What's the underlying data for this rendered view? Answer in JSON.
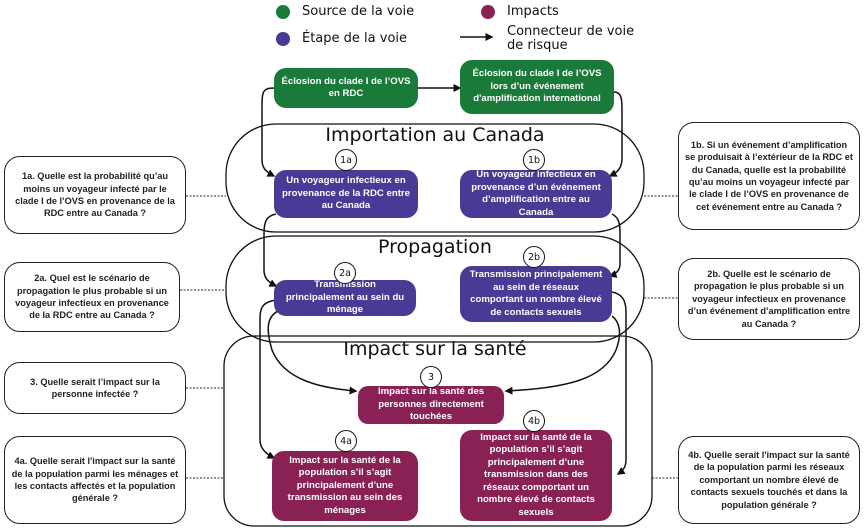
{
  "colors": {
    "source": "#1a7a3a",
    "step": "#4a3a96",
    "impact": "#8a2154",
    "line": "#111111"
  },
  "legend": {
    "source_label": "Source de la voie",
    "step_label": "Étape de la voie",
    "impact_label": "Impacts",
    "connector_label": "Connecteur de voie de risque"
  },
  "sections": {
    "importation": "Importation au Canada",
    "propagation": "Propagation",
    "impact": "Impact sur la santé"
  },
  "nodes": {
    "source_rdc": "Éclosion du clade I de l’OVS en RDC",
    "source_intl": "Éclosion du clade I de l’OVS lors d’un événement d'amplification international",
    "step_1a": "Un voyageur infectieux en provenance de la RDC  entre au Canada",
    "step_1b": "Un voyageur infectieux  en provenance d’un événement d’amplification entre au Canada",
    "step_2a": "Transmission principalement au sein du ménage",
    "step_2b": "Transmission principalement au sein de réseaux comportant un nombre élevé de contacts sexuels",
    "impact_3": "Impact sur la santé des personnes directement touchées",
    "impact_4a": "Impact sur la santé de la population s’il s’agit principalement d’une transmission au sein des ménages",
    "impact_4b": "Impact sur la santé de la population s’il s’agit principalement d’une transmission dans des réseaux comportant un nombre élevé de contacts sexuels"
  },
  "badges": {
    "b1a": "1a",
    "b1b": "1b",
    "b2a": "2a",
    "b2b": "2b",
    "b3": "3",
    "b4a": "4a",
    "b4b": "4b"
  },
  "questions": {
    "q1a": "1a. Quelle est la probabilité qu’au moins un voyageur infecté par le clade I de l’OVS en provenance de la RDC entre au Canada ?",
    "q1b": "1b. Si un événement d’amplification se produisait à l’extérieur de la RDC et du Canada, quelle est la probabilité qu’au moins un voyageur infecté par le clade I de l’OVS en provenance de cet événement entre au Canada ?",
    "q2a": "2a. Quel est le scénario de propagation le plus probable si un voyageur infectieux en provenance de la RDC entre au Canada ?",
    "q2b": "2b. Quelle est le scénario de propagation le plus probable si un voyageur infectieux en provenance d’un événement d’amplification entre au Canada ?",
    "q3": "3. Quelle serait l’impact sur la personne infectée ?",
    "q4a": "4a. Quelle serait l'impact sur la santé de la population parmi les ménages et les contacts affectés et la population générale ?",
    "q4b": "4b. Quelle serait l'impact sur la santé de la population parmi les réseaux comportant un nombre élevé de contacts sexuels touchés et dans la population générale ?"
  }
}
